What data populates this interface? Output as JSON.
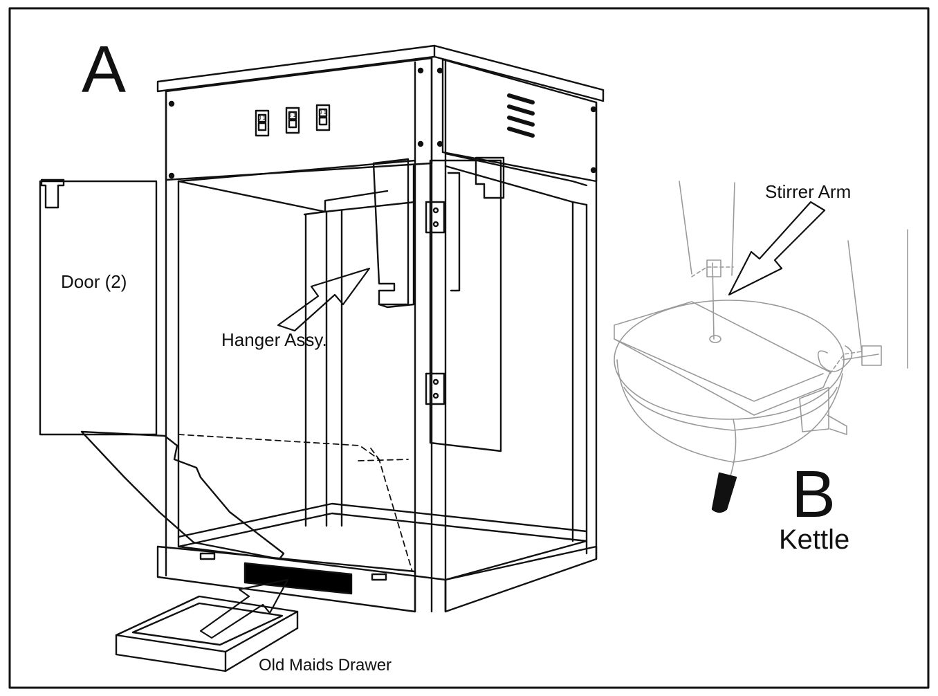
{
  "panels": {
    "a": {
      "letter": "A"
    },
    "b": {
      "letter": "B",
      "caption": "Kettle"
    }
  },
  "callouts": {
    "door": "Door (2)",
    "hanger": "Hanger Assy.",
    "stirrer": "Stirrer Arm",
    "drawer": "Old Maids Drawer"
  },
  "switches": [
    "0 1",
    "0 1",
    "0 1"
  ],
  "colors": {
    "ink": "#111111",
    "background": "#ffffff",
    "drawer_slot": "#000000",
    "ghost": "#9a9a9a"
  }
}
